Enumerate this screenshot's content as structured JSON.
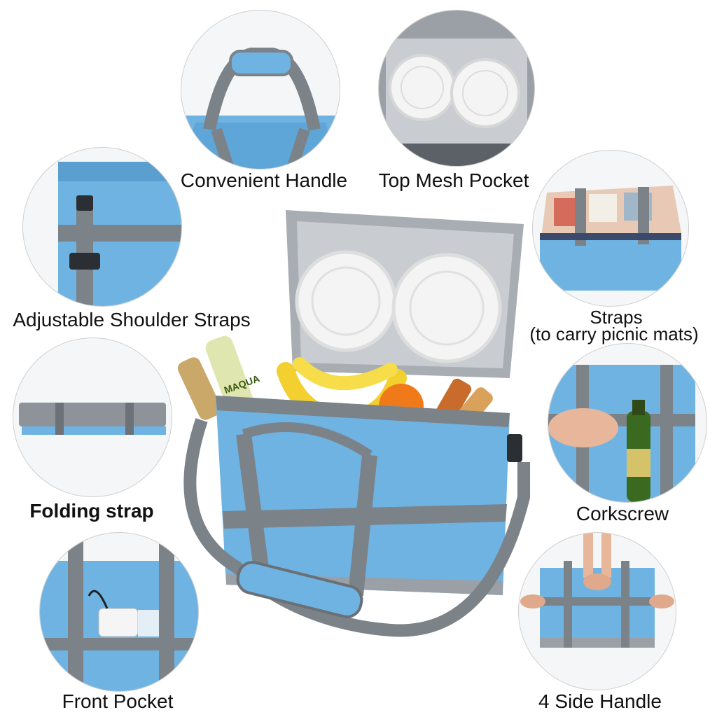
{
  "labels": {
    "convenient_handle": "Convenient Handle",
    "top_mesh_pocket": "Top Mesh Pocket",
    "adjustable_shoulder_straps": "Adjustable Shoulder Straps",
    "straps_line1": "Straps",
    "straps_line2": "(to carry picnic mats)",
    "folding_strap": "Folding strap",
    "corkscrew": "Corkscrew",
    "front_pocket": "Front Pocket",
    "four_side_handle": "4 Side Handle"
  },
  "bottle_label": "MAQUA",
  "colors": {
    "bag_blue": "#6fb3e3",
    "bag_blue_dark": "#4f95c8",
    "strap_gray": "#7b8288",
    "lining_silver": "#c9cdd1",
    "text": "#111111"
  }
}
